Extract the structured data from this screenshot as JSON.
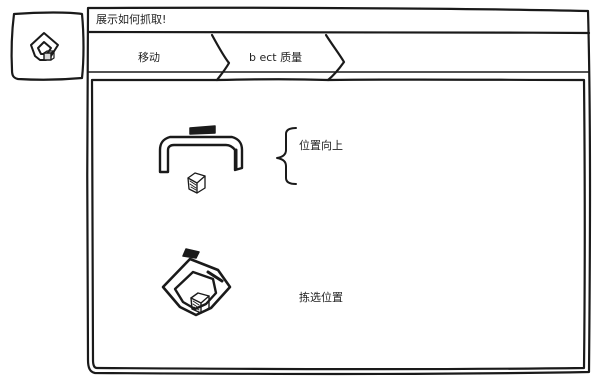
{
  "window": {
    "title": "展示如何抓取!"
  },
  "app_icon": "gripper-icon",
  "tabs": [
    {
      "label": "移动",
      "icon": null
    },
    {
      "label": "b ect 质量",
      "icon": null
    }
  ],
  "steps": [
    {
      "label": "位置向上",
      "icon": "gripper-open-icon"
    },
    {
      "label": "拣选位置",
      "icon": "gripper-closed-icon"
    }
  ]
}
